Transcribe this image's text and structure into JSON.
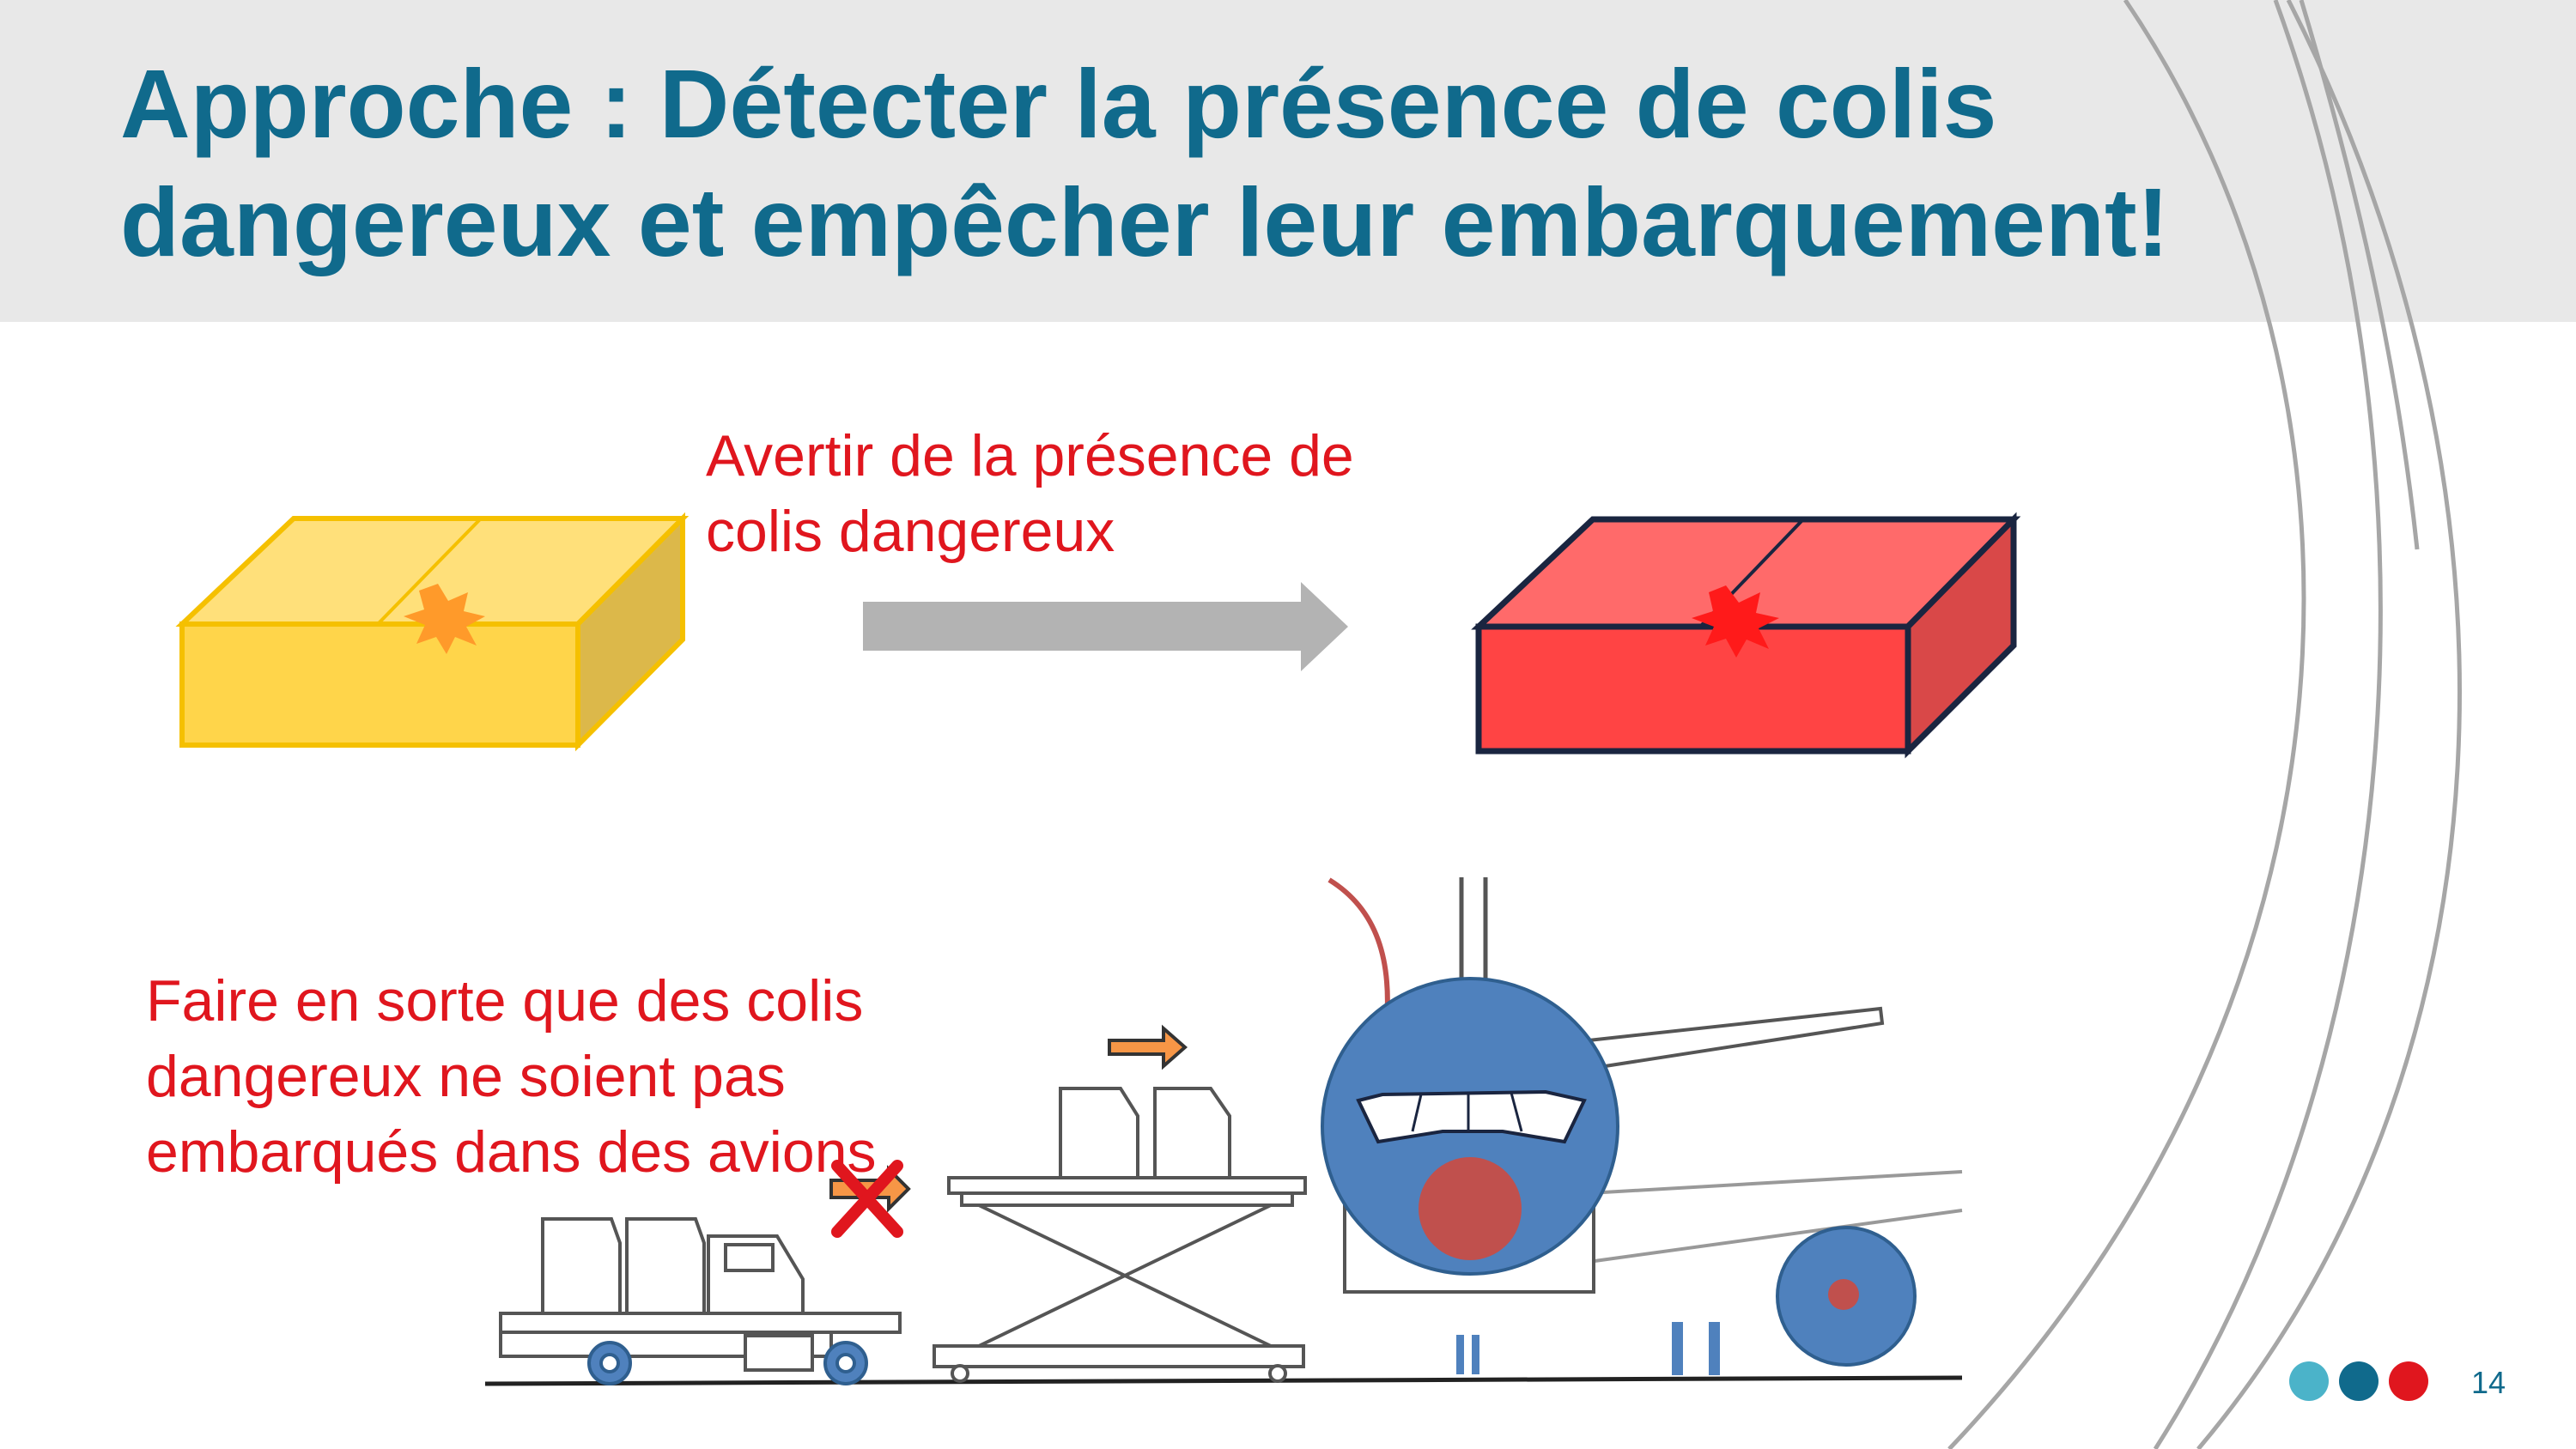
{
  "slide": {
    "title_line1": "Approche : Détecter la présence de colis",
    "title_line2": "dangereux et empêcher leur embarquement!",
    "caption_top_line1": "Avertir de la présence de",
    "caption_top_line2": "colis dangereux",
    "caption_bottom_line1": "Faire en sorte que des colis",
    "caption_bottom_line2": "dangereux ne soient pas",
    "caption_bottom_line3": "embarqués dans des avions",
    "page_number": "14"
  },
  "colors": {
    "title": "#106a8c",
    "caption": "#e0161e",
    "header_band": "#e8e8e8",
    "box_yellow": "#ffd54a",
    "box_red": "#ff4444",
    "airplane_blue": "#4f81bd",
    "arrow_gray": "#b3b3b3",
    "dot_teal": "#4bb3c9",
    "dot_blue": "#106a8c",
    "dot_red": "#e0161e"
  },
  "icons": {
    "package_yellow": "package-icon",
    "package_red": "hazard-package-icon",
    "arrow": "right-arrow-icon",
    "forbidden": "cross-icon"
  }
}
